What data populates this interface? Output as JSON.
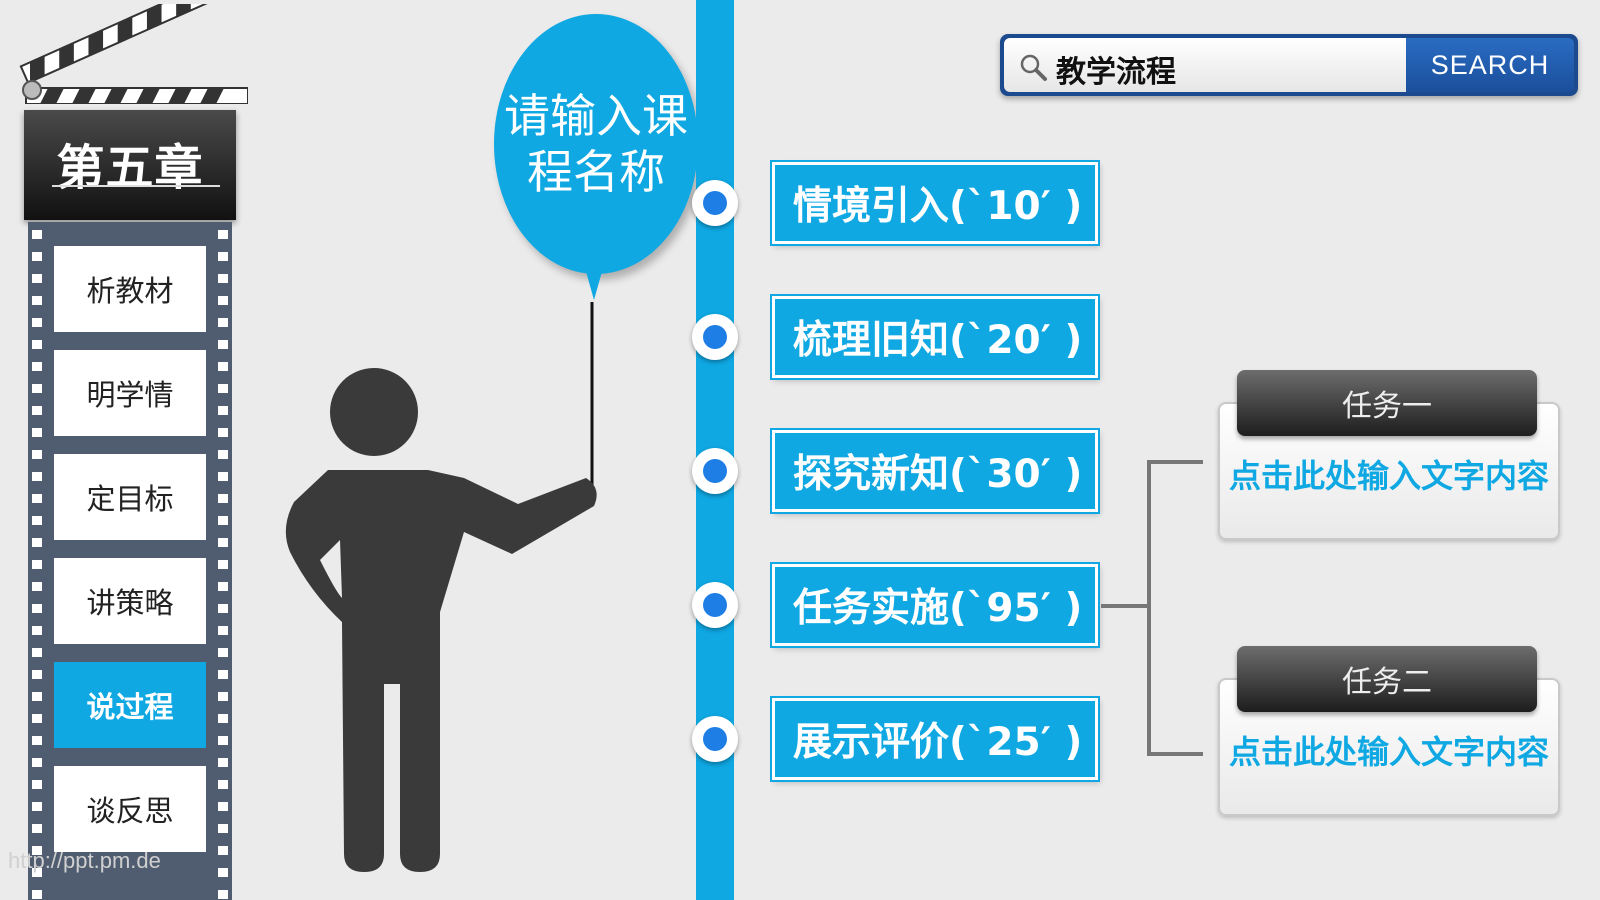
{
  "chapter": {
    "title": "第五章"
  },
  "sidebar": {
    "items": [
      {
        "label": "析教材"
      },
      {
        "label": "明学情"
      },
      {
        "label": "定目标"
      },
      {
        "label": "讲策略"
      },
      {
        "label": "说过程",
        "active": true
      },
      {
        "label": "谈反思"
      }
    ]
  },
  "balloon": {
    "text": "请输入课程名称"
  },
  "search": {
    "value": "教学流程",
    "button_label": "SEARCH"
  },
  "steps": [
    {
      "label": "情境引入(`10′ )"
    },
    {
      "label": "梳理旧知(`20′ )"
    },
    {
      "label": "探究新知(`30′ )"
    },
    {
      "label": "任务实施(`95′ )"
    },
    {
      "label": "展示评价(`25′ )"
    }
  ],
  "tasks": [
    {
      "title": "任务一",
      "body": "点击此处输入文字内容"
    },
    {
      "title": "任务二",
      "body": "点击此处输入文字内容"
    }
  ],
  "watermark": "http://ppt.pm.de",
  "colors": {
    "accent": "#0fa8e3",
    "dark": "#333333",
    "film": "#505c70",
    "search_btn": "#1c4a8e"
  }
}
